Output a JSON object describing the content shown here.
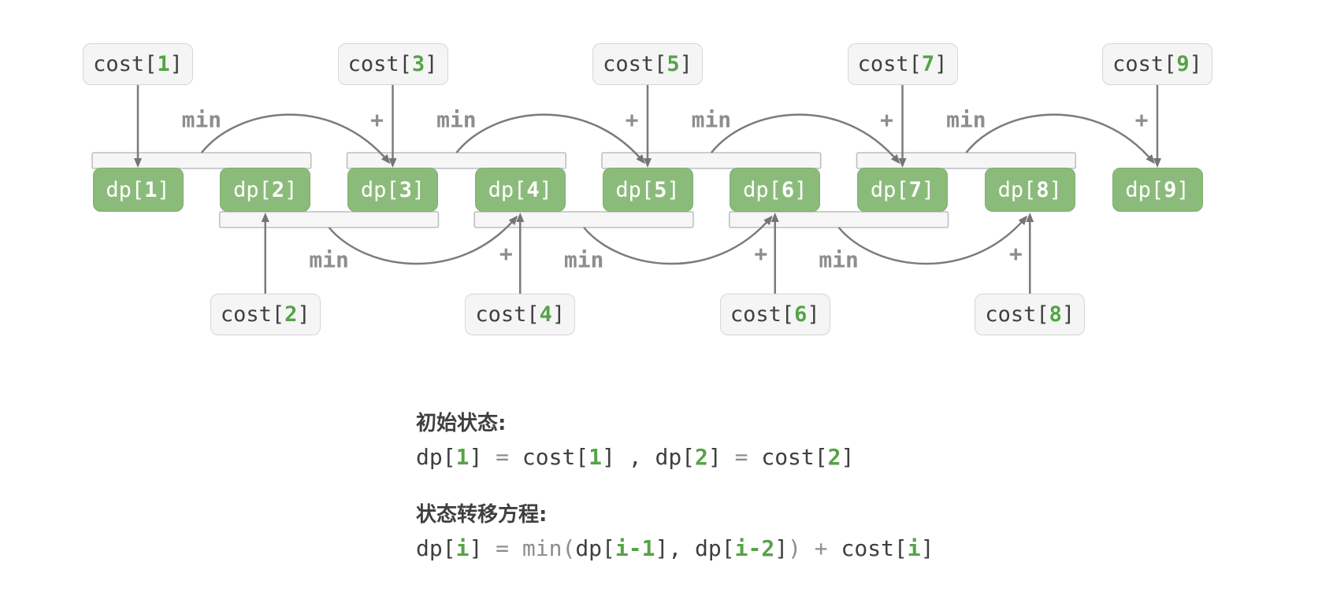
{
  "diagram": {
    "dp_prefix": "dp[",
    "cost_prefix": "cost[",
    "suffix": "]",
    "dp_indices": [
      1,
      2,
      3,
      4,
      5,
      6,
      7,
      8,
      9
    ],
    "top_cost_indices": [
      1,
      3,
      5,
      7,
      9
    ],
    "bottom_cost_indices": [
      2,
      4,
      6,
      8
    ],
    "min_label": "min",
    "plus_label": "+",
    "top_transitions": [
      {
        "pair": [
          1,
          2
        ],
        "target": 3
      },
      {
        "pair": [
          3,
          4
        ],
        "target": 5
      },
      {
        "pair": [
          5,
          6
        ],
        "target": 7
      },
      {
        "pair": [
          7,
          8
        ],
        "target": 9
      }
    ],
    "bottom_transitions": [
      {
        "pair": [
          2,
          3
        ],
        "target": 4
      },
      {
        "pair": [
          4,
          5
        ],
        "target": 6
      },
      {
        "pair": [
          6,
          7
        ],
        "target": 8
      }
    ]
  },
  "equations": {
    "initial": {
      "heading": "初始状态:",
      "tokens": [
        [
          "dp[",
          "d"
        ],
        [
          "1",
          "g"
        ],
        [
          "]",
          "d"
        ],
        [
          " ",
          "d"
        ],
        [
          "=",
          "o"
        ],
        [
          " ",
          "d"
        ],
        [
          "cost[",
          "d"
        ],
        [
          "1",
          "g"
        ],
        [
          "]",
          "d"
        ],
        [
          " , ",
          "d"
        ],
        [
          "dp[",
          "d"
        ],
        [
          "2",
          "g"
        ],
        [
          "]",
          "d"
        ],
        [
          " ",
          "d"
        ],
        [
          "=",
          "o"
        ],
        [
          " ",
          "d"
        ],
        [
          "cost[",
          "d"
        ],
        [
          "2",
          "g"
        ],
        [
          "]",
          "d"
        ]
      ]
    },
    "transition": {
      "heading": "状态转移方程:",
      "tokens": [
        [
          "dp[",
          "d"
        ],
        [
          "i",
          "g"
        ],
        [
          "]",
          "d"
        ],
        [
          " ",
          "d"
        ],
        [
          "=",
          "o"
        ],
        [
          " ",
          "d"
        ],
        [
          "min",
          "o"
        ],
        [
          "(",
          "o"
        ],
        [
          "dp[",
          "d"
        ],
        [
          "i-1",
          "g"
        ],
        [
          "],",
          "d"
        ],
        [
          " ",
          "d"
        ],
        [
          "dp[",
          "d"
        ],
        [
          "i-2",
          "g"
        ],
        [
          "]",
          "d"
        ],
        [
          ")",
          "o"
        ],
        [
          " ",
          "d"
        ],
        [
          "+",
          "o"
        ],
        [
          " ",
          "d"
        ],
        [
          "cost[",
          "d"
        ],
        [
          "i",
          "g"
        ],
        [
          "]",
          "d"
        ]
      ]
    }
  },
  "colors": {
    "dark": "#3f3f3f",
    "operator": "#8d8d8d",
    "green": "#55a348",
    "dp_fill": "#8bbb7b",
    "dp_border": "#7fae6e",
    "cost_fill": "#f5f5f5",
    "cost_border": "#d6d6d6",
    "bracket_fill": "#f6f6f6",
    "bracket_border": "#bdbdbd",
    "arrow": "#7b7b7b",
    "arrowhead": "#757575"
  }
}
